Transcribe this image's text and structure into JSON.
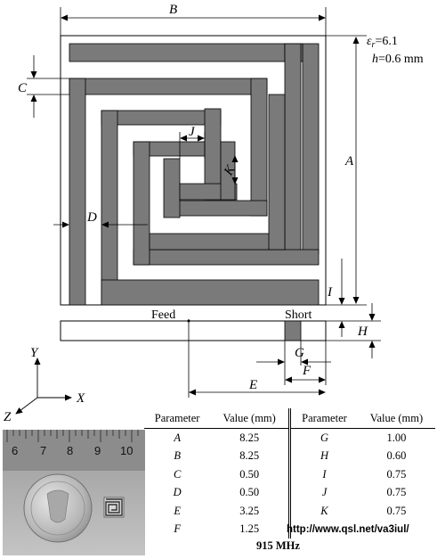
{
  "diagram": {
    "dims": {
      "B": "B",
      "A": "A",
      "C": "C",
      "D": "D",
      "J": "J",
      "K": "K",
      "I": "I",
      "H": "H",
      "G": "G",
      "F": "F",
      "E": "E"
    },
    "substrate": {
      "eps_symbol": "ε",
      "eps_sub": "r",
      "eps_value": "=6.1",
      "h_symbol": "h",
      "h_value": "=0.6 mm"
    },
    "feed_label": "Feed",
    "short_label": "Short",
    "axes": {
      "y": "Y",
      "x": "X",
      "z": "Z"
    }
  },
  "colors": {
    "metal": "#7a7a7a",
    "line": "#000000"
  },
  "table": {
    "headers": [
      "Parameter",
      "Value (mm)",
      "Parameter",
      "Value (mm)"
    ],
    "rows": [
      [
        "A",
        "8.25",
        "G",
        "1.00"
      ],
      [
        "B",
        "8.25",
        "H",
        "0.60"
      ],
      [
        "C",
        "0.50",
        "I",
        "0.75"
      ],
      [
        "D",
        "0.50",
        "J",
        "0.75"
      ],
      [
        "E",
        "3.25",
        "K",
        "0.75"
      ],
      [
        "F",
        "1.25",
        "",
        ""
      ]
    ]
  },
  "photo": {
    "ruler_ticks": [
      "6",
      "7",
      "8",
      "9",
      "10"
    ]
  },
  "url": "http://www.qsl.net/va3iul/",
  "frequency": "915 MHz"
}
